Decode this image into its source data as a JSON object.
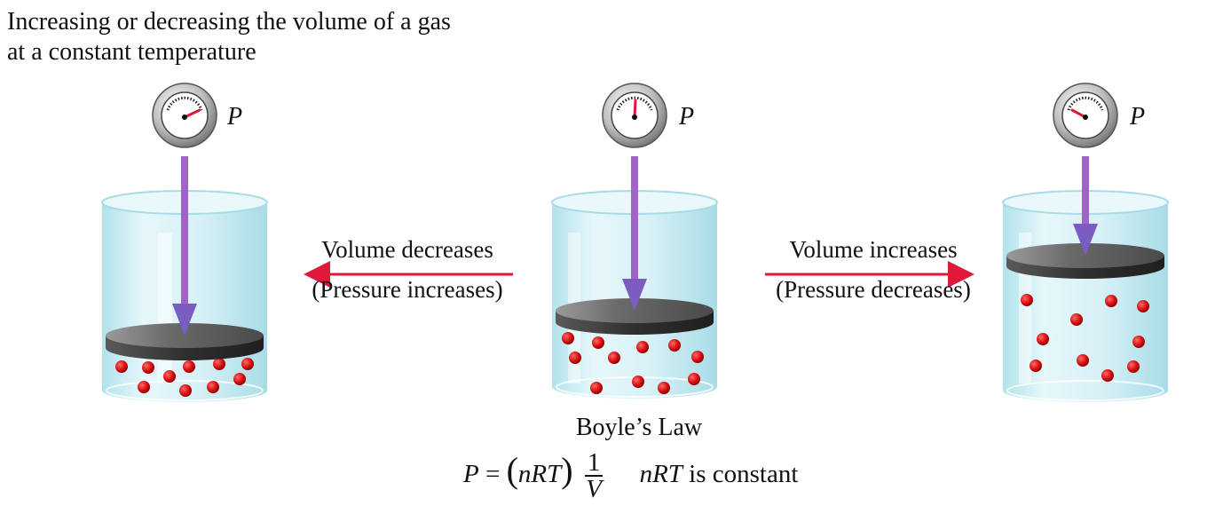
{
  "title": {
    "line1": "Increasing or decreasing the volume of a gas",
    "line2": "at a constant temperature"
  },
  "pressure_label": "P",
  "left_arrow": {
    "line1": "Volume decreases",
    "line2": "(Pressure increases)",
    "color": "#e0183c"
  },
  "right_arrow": {
    "line1": "Volume increases",
    "line2": "(Pressure decreases)",
    "color": "#e0183c"
  },
  "law": {
    "name": "Boyle’s Law",
    "lhs": "P",
    "eq": "=",
    "nrt": "nRT",
    "numerator": "1",
    "denominator": "V",
    "note_var": "nRT",
    "note_text": " is constant"
  },
  "colors": {
    "piston_arrow": "#7b5cc0",
    "molecule": "#d81010",
    "cylinder_glass": "#bfe9f2",
    "piston": "#5a5a5a"
  },
  "cylinders": [
    {
      "id": "left",
      "gauge_reading": "high"
    },
    {
      "id": "middle",
      "gauge_reading": "medium"
    },
    {
      "id": "right",
      "gauge_reading": "low"
    }
  ]
}
